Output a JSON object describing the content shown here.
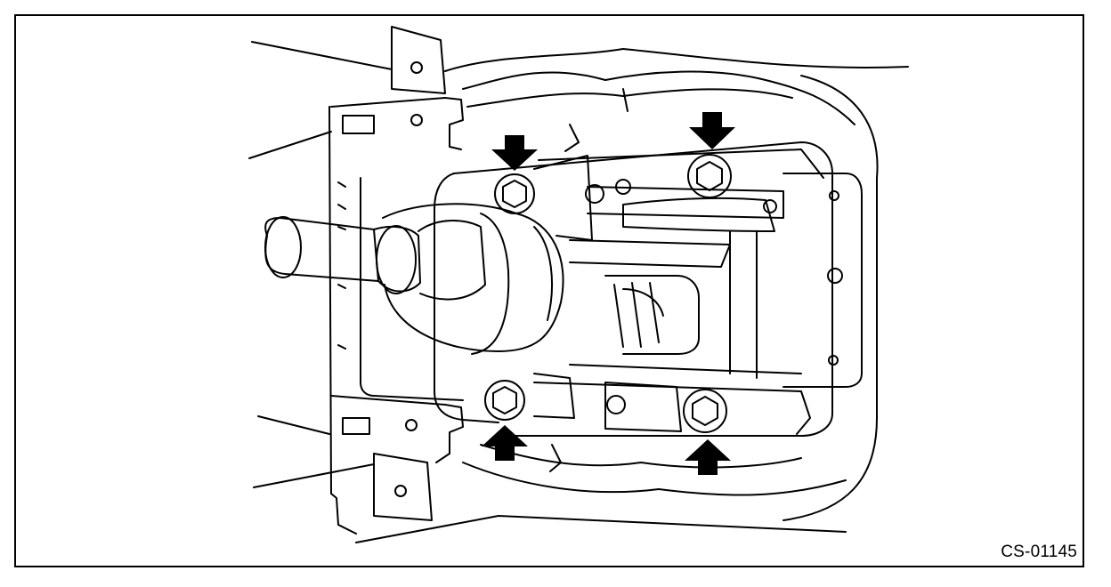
{
  "figure": {
    "code": "CS-01145",
    "line_color": "#000000",
    "background": "#ffffff",
    "arrow_color": "#000000",
    "arrow_count": 4,
    "bolt_count": 4
  }
}
